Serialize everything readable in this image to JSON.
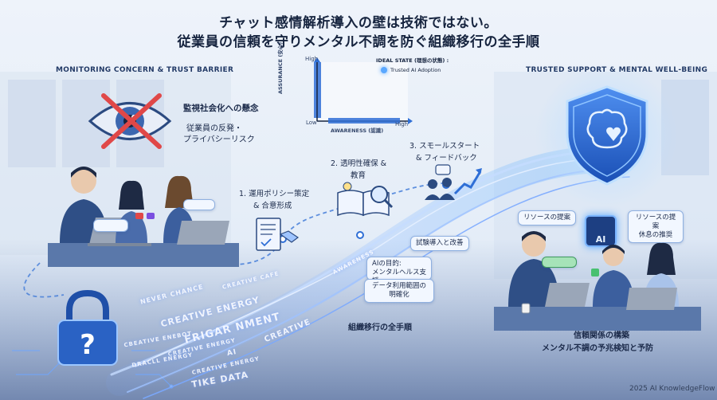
{
  "title": {
    "line1": "チャット感情解析導入の壁は技術ではない。",
    "line2": "従業員の信頼を守りメンタル不調を防ぐ組織移行の全手順"
  },
  "left_section": {
    "label": "MONITORING CONCERN & TRUST BARRIER",
    "concern_title": "監視社会化への懸念",
    "concern_line1": "従業員の反発・",
    "concern_line2": "プライバシーリスク"
  },
  "right_section": {
    "label": "TRUSTED SUPPORT & MENTAL WELL-BEING",
    "callout_left": "リソースの提案",
    "callout_right_line1": "リソースの提案",
    "callout_right_line2": "休息の推奨",
    "ai_label": "AI",
    "result_line1": "信頼関係の構築",
    "result_line2": "メンタル不調の予兆検知と予防"
  },
  "mini_chart": {
    "y_high": "High",
    "y_label": "ASSURANCE (安心)",
    "y_low": "Low",
    "x_label": "AWARENESS (認識)",
    "x_high": "High",
    "ideal_title": "IDEAL STATE (理想の状態) :",
    "ideal_sub": "Trusted AI Adoption"
  },
  "steps": {
    "step1_line1": "1. 運用ポリシー策定",
    "step1_line2": "& 合意形成",
    "step2_line1": "2. 透明性確保 &",
    "step2_line2": "教育",
    "step3_line1": "3. スモールスタート",
    "step3_line2": "& フィードバック",
    "trial": "試験導入と改善",
    "ai_purpose_line1": "AIの目的:",
    "ai_purpose_line2": "メンタルヘルス支援",
    "data_scope_line1": "データ利用範囲の",
    "data_scope_line2": "明確化",
    "org_transition": "組織移行の全手順"
  },
  "flow_words": {
    "w1": "CREATIVE ENERGY",
    "w2": "NEVER CHANCE",
    "w3": "CREATIVE CAFE",
    "w4": "FRIGAR NMENT",
    "w5": "CREATIVE ENERGY",
    "w6": "CREATIVE",
    "w7": "CREATIVE ENERGY",
    "w8": "TIKE DATA",
    "w9": "CBEATIVE ENEBOT",
    "w10": "DRACLL ENERGY",
    "w11": "AWARENESS",
    "w12": "AI"
  },
  "footer": "2025 AI KnowledgeFlow",
  "colors": {
    "accent": "#2f6fd6",
    "dark_navy": "#16243f",
    "warning_red": "#e04848",
    "glow_blue": "#5aa8ff"
  }
}
